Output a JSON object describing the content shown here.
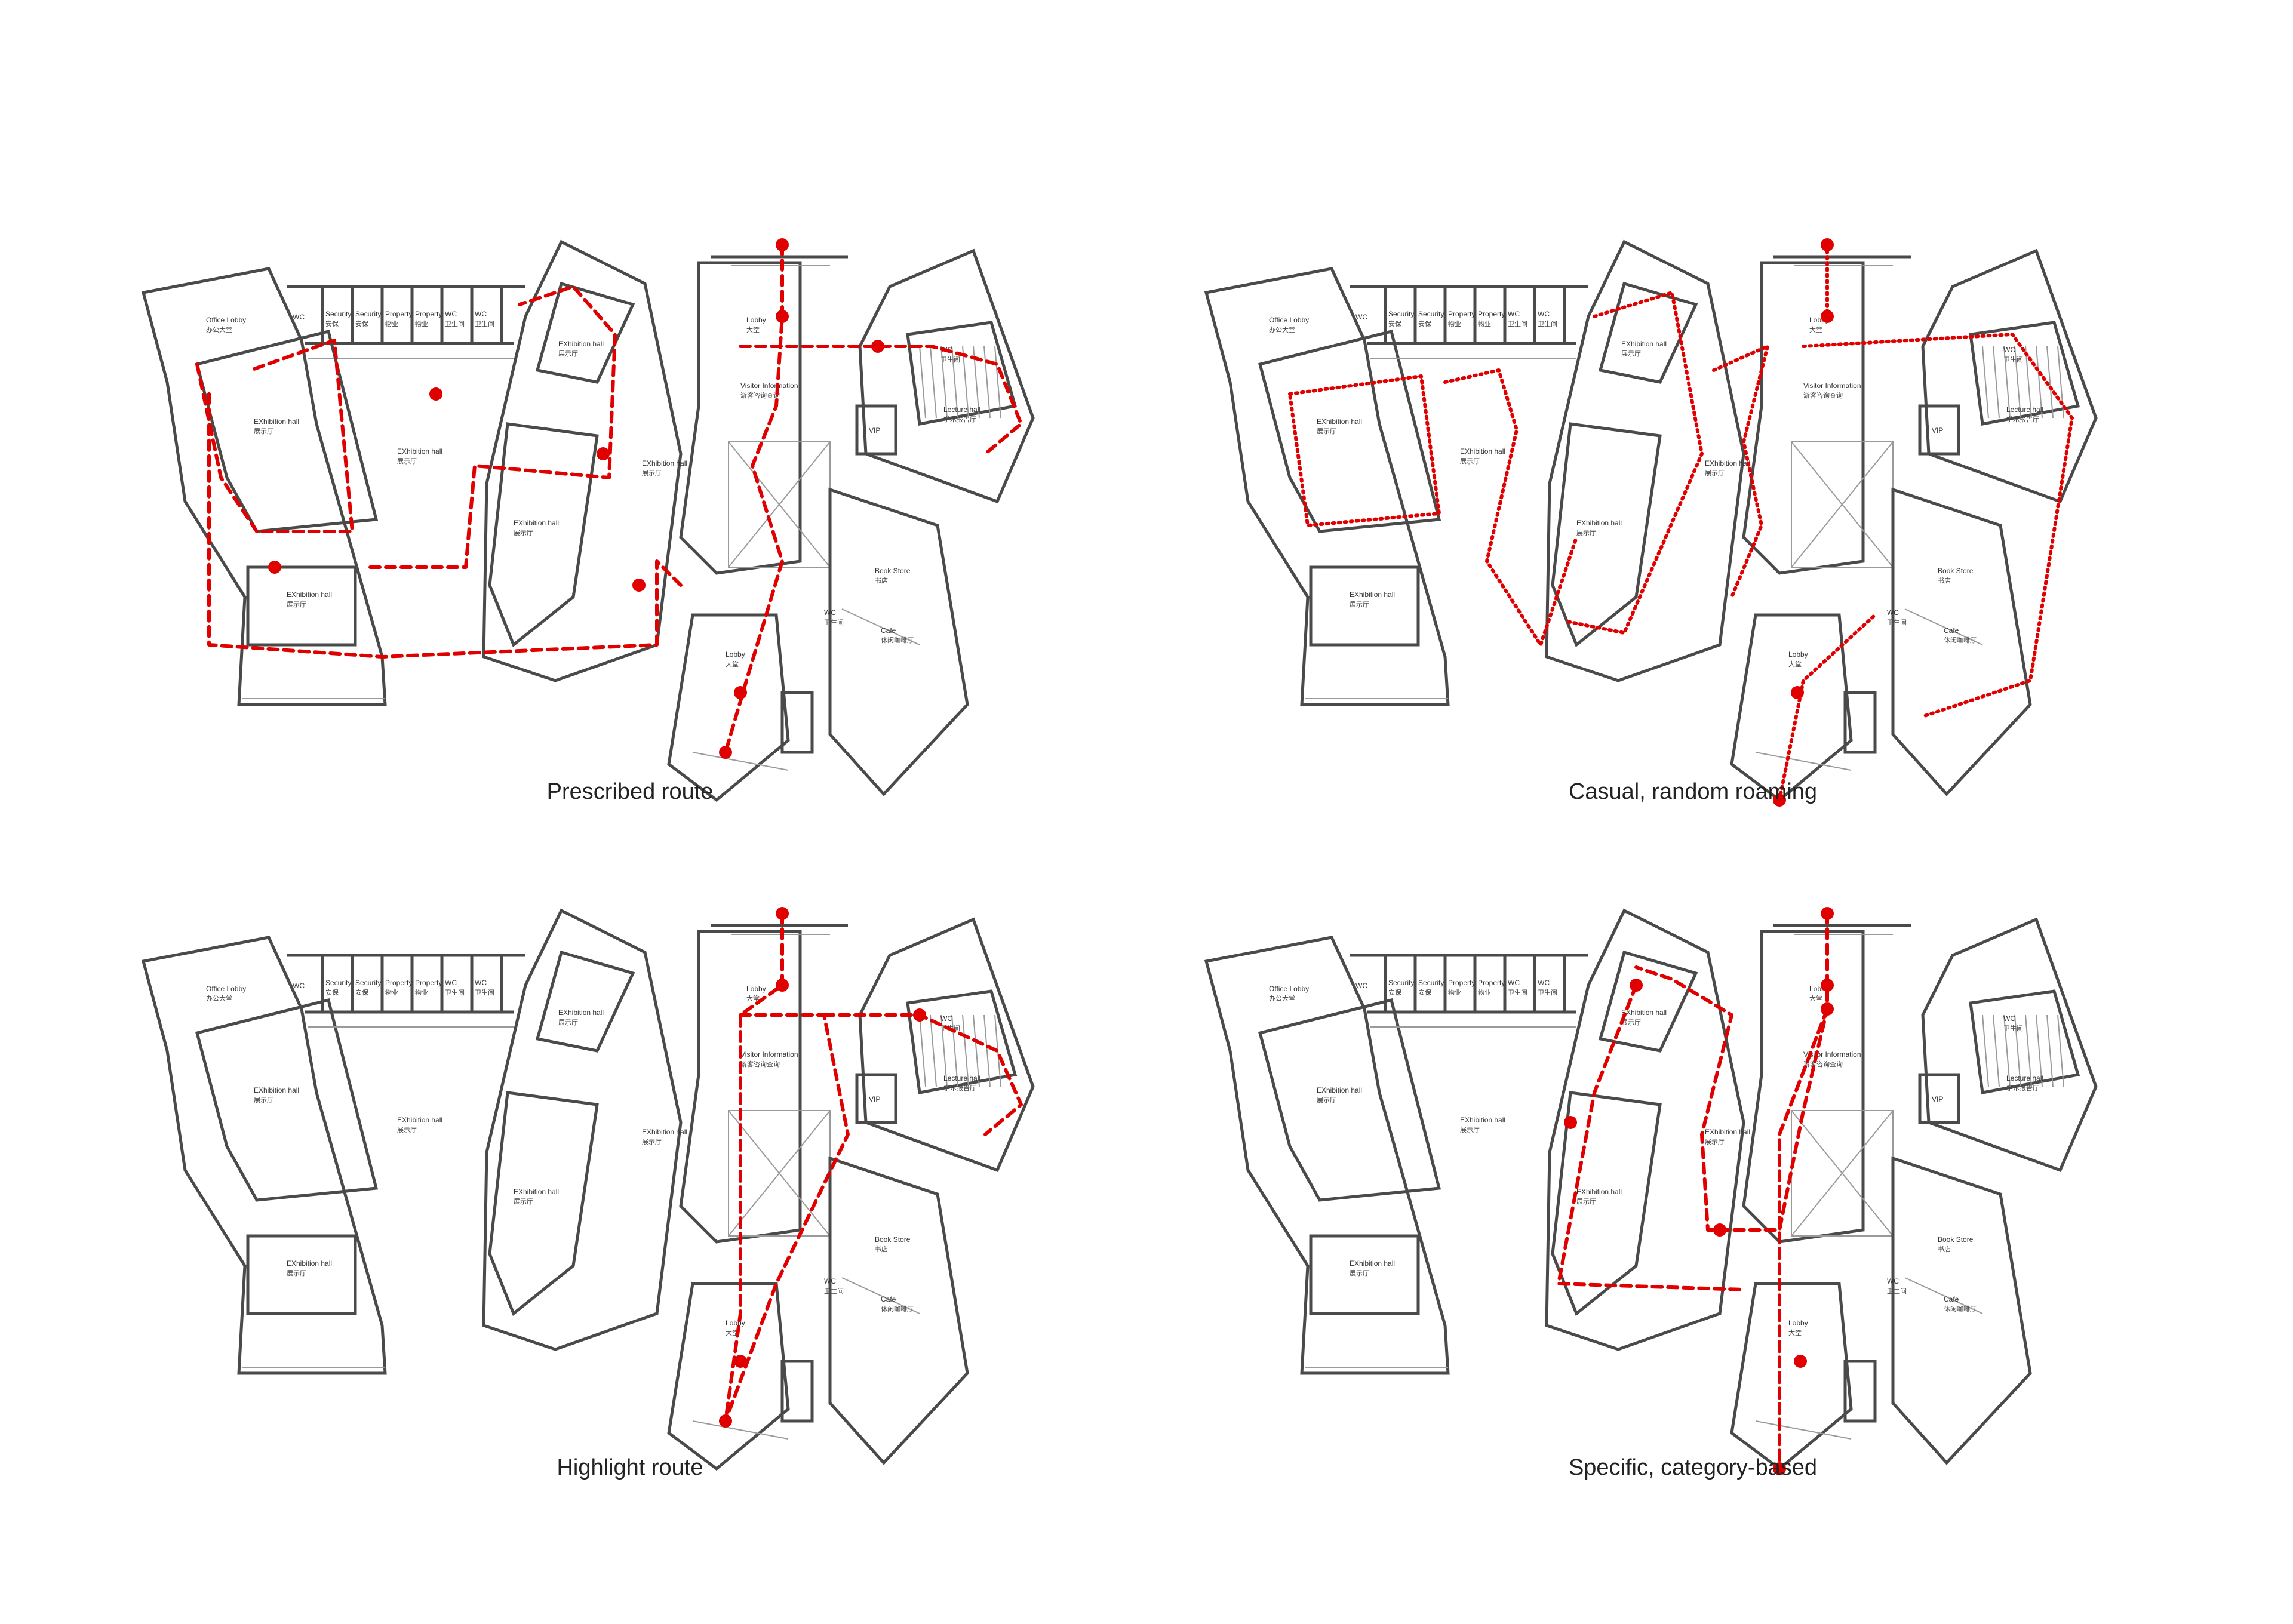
{
  "labels": {
    "office_lobby": "Office Lobby",
    "office_lobby_zh": "办公大堂",
    "wc": "WC",
    "wc_zh": "卫生间",
    "security": "Security",
    "security_zh": "安保",
    "property": "Property",
    "property_zh": "物业",
    "exhibition_hall": "EXhibition hall",
    "exhibition_hall_zh": "展示厅",
    "lobby": "Lobby",
    "lobby_zh": "大堂",
    "visitor_information": "Visitor Information",
    "visitor_information_zh": "游客咨询查询",
    "lecture_hall": "Lecture hall",
    "lecture_hall_zh": "学术报告厅",
    "vip": "VIP",
    "book_store": "Book Store",
    "book_store_zh": "书店",
    "cafe": "Cafe",
    "cafe_zh": "休闲咖啡厅"
  },
  "panels": [
    {
      "id": "prescribed",
      "caption": "Prescribed route",
      "line_style": "dashed"
    },
    {
      "id": "casual",
      "caption": "Casual, random roaming",
      "line_style": "dotted"
    },
    {
      "id": "highlight",
      "caption": "Highlight route",
      "line_style": "dashed"
    },
    {
      "id": "specific",
      "caption": "Specific, category-based",
      "line_style": "dashed"
    }
  ],
  "colors": {
    "route": "#e00000",
    "wall": "#4a4a4a",
    "thin": "#9a9a9a",
    "background": "#ffffff"
  }
}
